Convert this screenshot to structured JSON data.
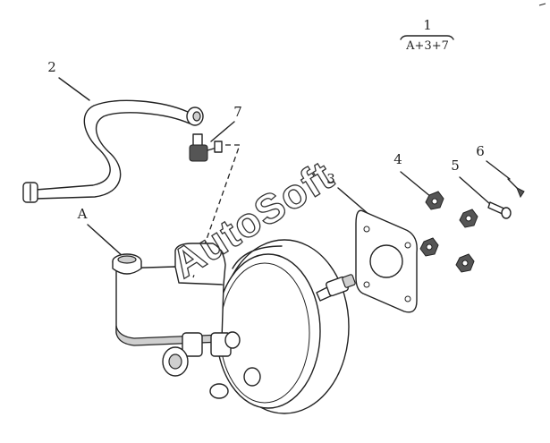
{
  "diagram": {
    "callouts": {
      "c1": "1",
      "c1_formula": "A+3+7",
      "c2": "2",
      "c3": "3",
      "c4": "4",
      "c5": "5",
      "c6": "6",
      "c7": "7",
      "cA": "A"
    },
    "watermark": "AutoSoft"
  }
}
